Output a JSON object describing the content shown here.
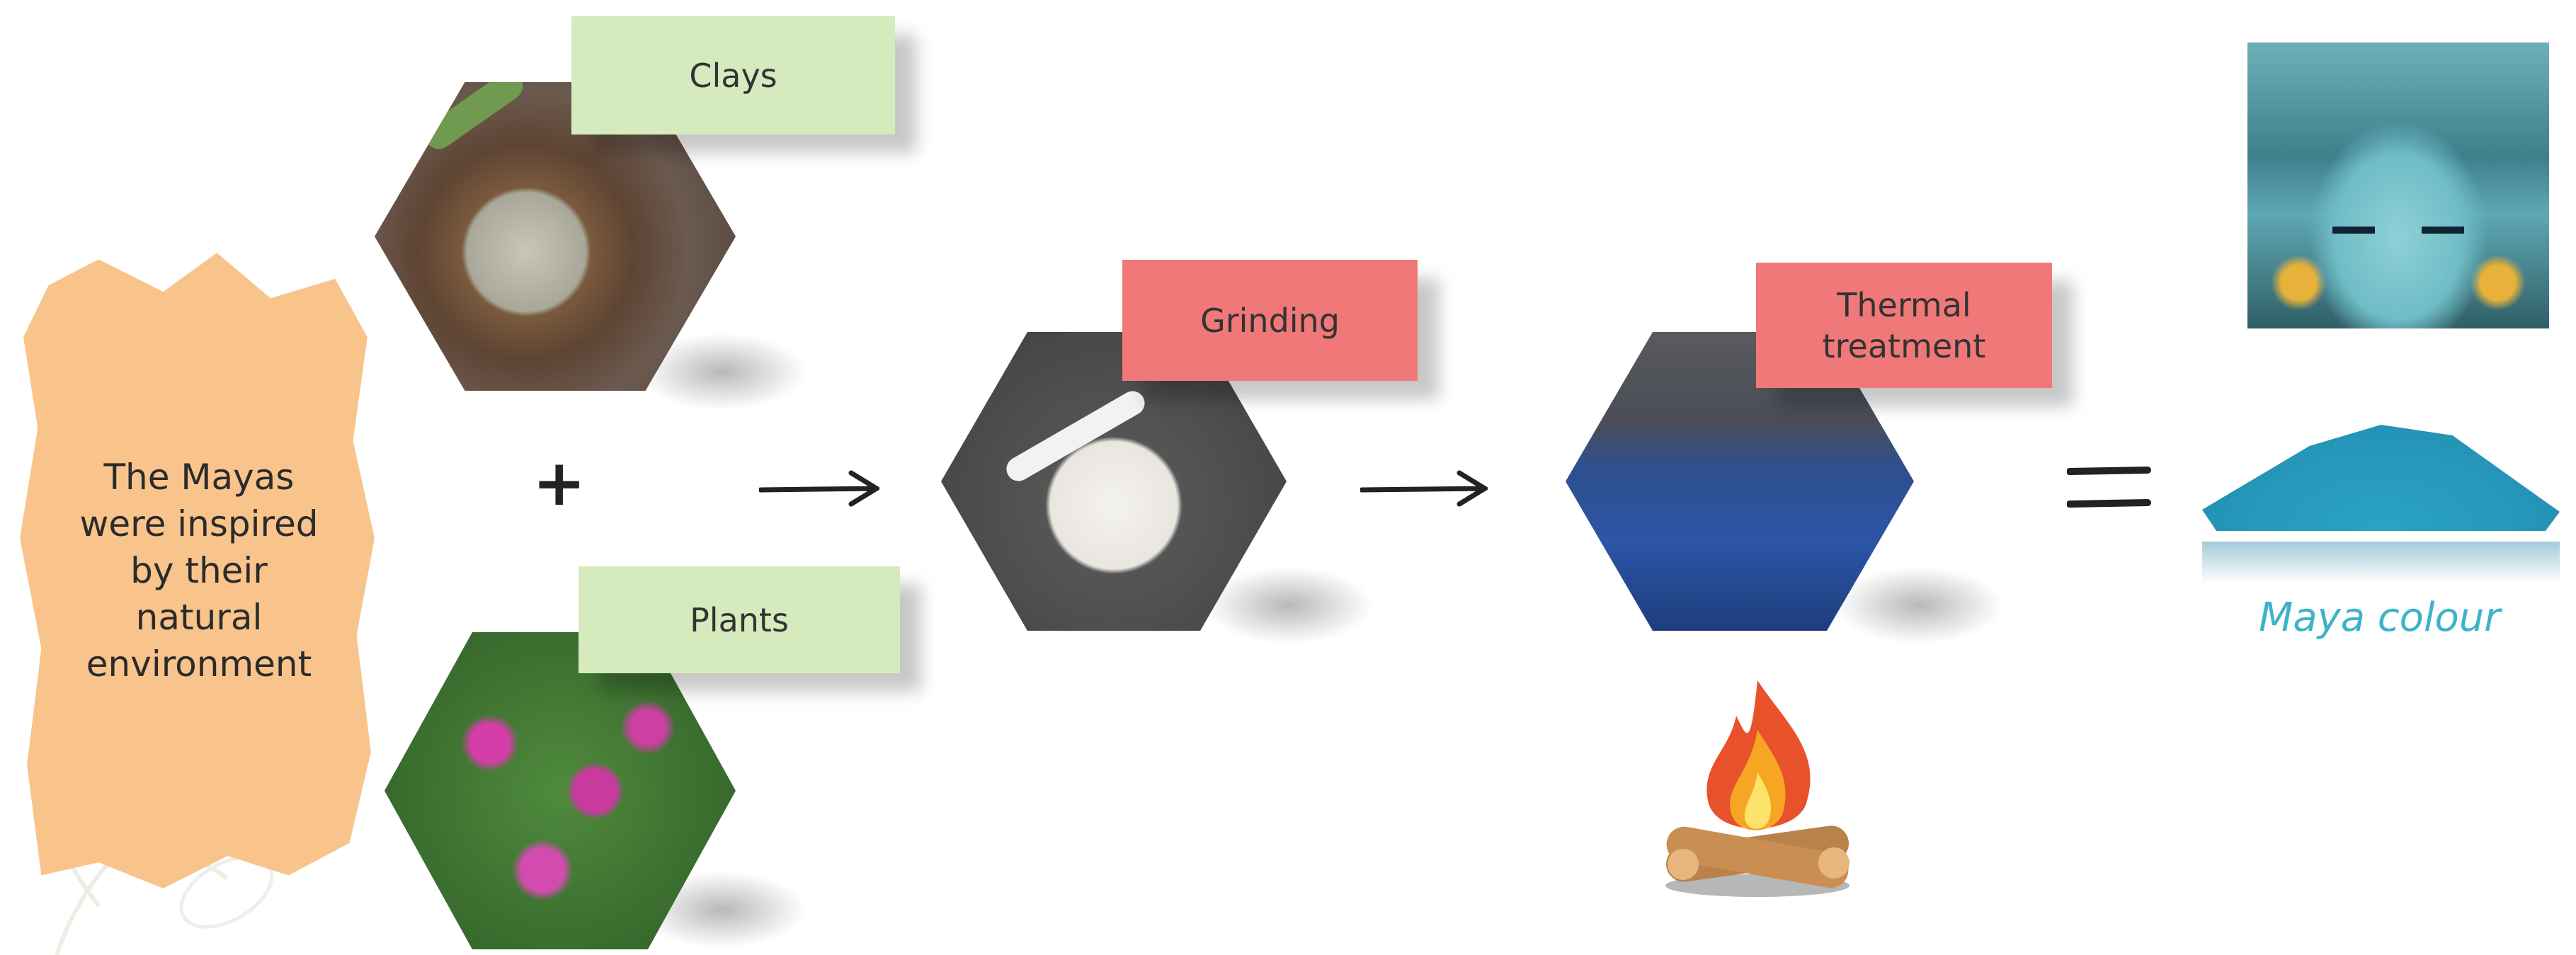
{
  "intro": {
    "text": "The Mayas\nwere inspired\nby their\nnatural\nenvironment"
  },
  "ingredients": [
    {
      "label": "Clays",
      "image": "clay-powder-bowl"
    },
    {
      "label": "Plants",
      "image": "pink-flowers"
    }
  ],
  "operators": {
    "plus": "+",
    "equals": "="
  },
  "steps": [
    {
      "label": "Grinding",
      "image": "mortar-and-pestle"
    },
    {
      "label": "Thermal\ntreatment",
      "image": "blue-heated-beaker"
    }
  ],
  "result": {
    "label": "Maya colour",
    "images": [
      "maya-mask",
      "blue-pigment-powder"
    ]
  },
  "colors": {
    "intro_bg": "#f8c48c",
    "ingredient_label": "#d5ebbd",
    "step_label": "#f07878",
    "result_text": "#3db3c8",
    "pigment": "#2aa3c4"
  }
}
